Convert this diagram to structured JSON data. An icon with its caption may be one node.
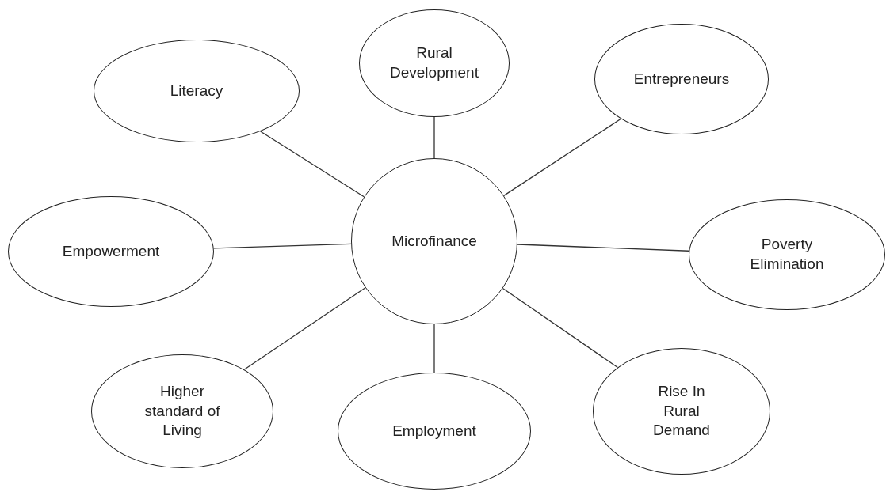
{
  "diagram": {
    "nodes": [
      {
        "text": [
          "Rural Development"
        ]
      },
      {
        "text": [
          "Literacy"
        ]
      },
      {
        "text": [
          "Entrepreneurs"
        ]
      },
      {
        "text": [
          "Empowerment"
        ]
      },
      {
        "text": [
          "Microfinance"
        ]
      },
      {
        "text": [
          "Poverty Elimination"
        ]
      },
      {
        "text": [
          "Higher standard of Living"
        ]
      },
      {
        "text": [
          "Employment"
        ]
      },
      {
        "text": [
          "Rise In Rural Demand"
        ]
      }
    ],
    "edges": [
      {
        "from": 4,
        "to": 0,
        "arrow": "none"
      },
      {
        "from": 4,
        "to": 1,
        "arrow": "none"
      },
      {
        "from": 4,
        "to": 2,
        "arrow": "none"
      },
      {
        "from": 4,
        "to": 3,
        "arrow": "none"
      },
      {
        "from": 4,
        "to": 5,
        "arrow": "none"
      },
      {
        "from": 4,
        "to": 6,
        "arrow": "none"
      },
      {
        "from": 4,
        "to": 7,
        "arrow": "none"
      },
      {
        "from": 4,
        "to": 8,
        "arrow": "none"
      }
    ]
  }
}
